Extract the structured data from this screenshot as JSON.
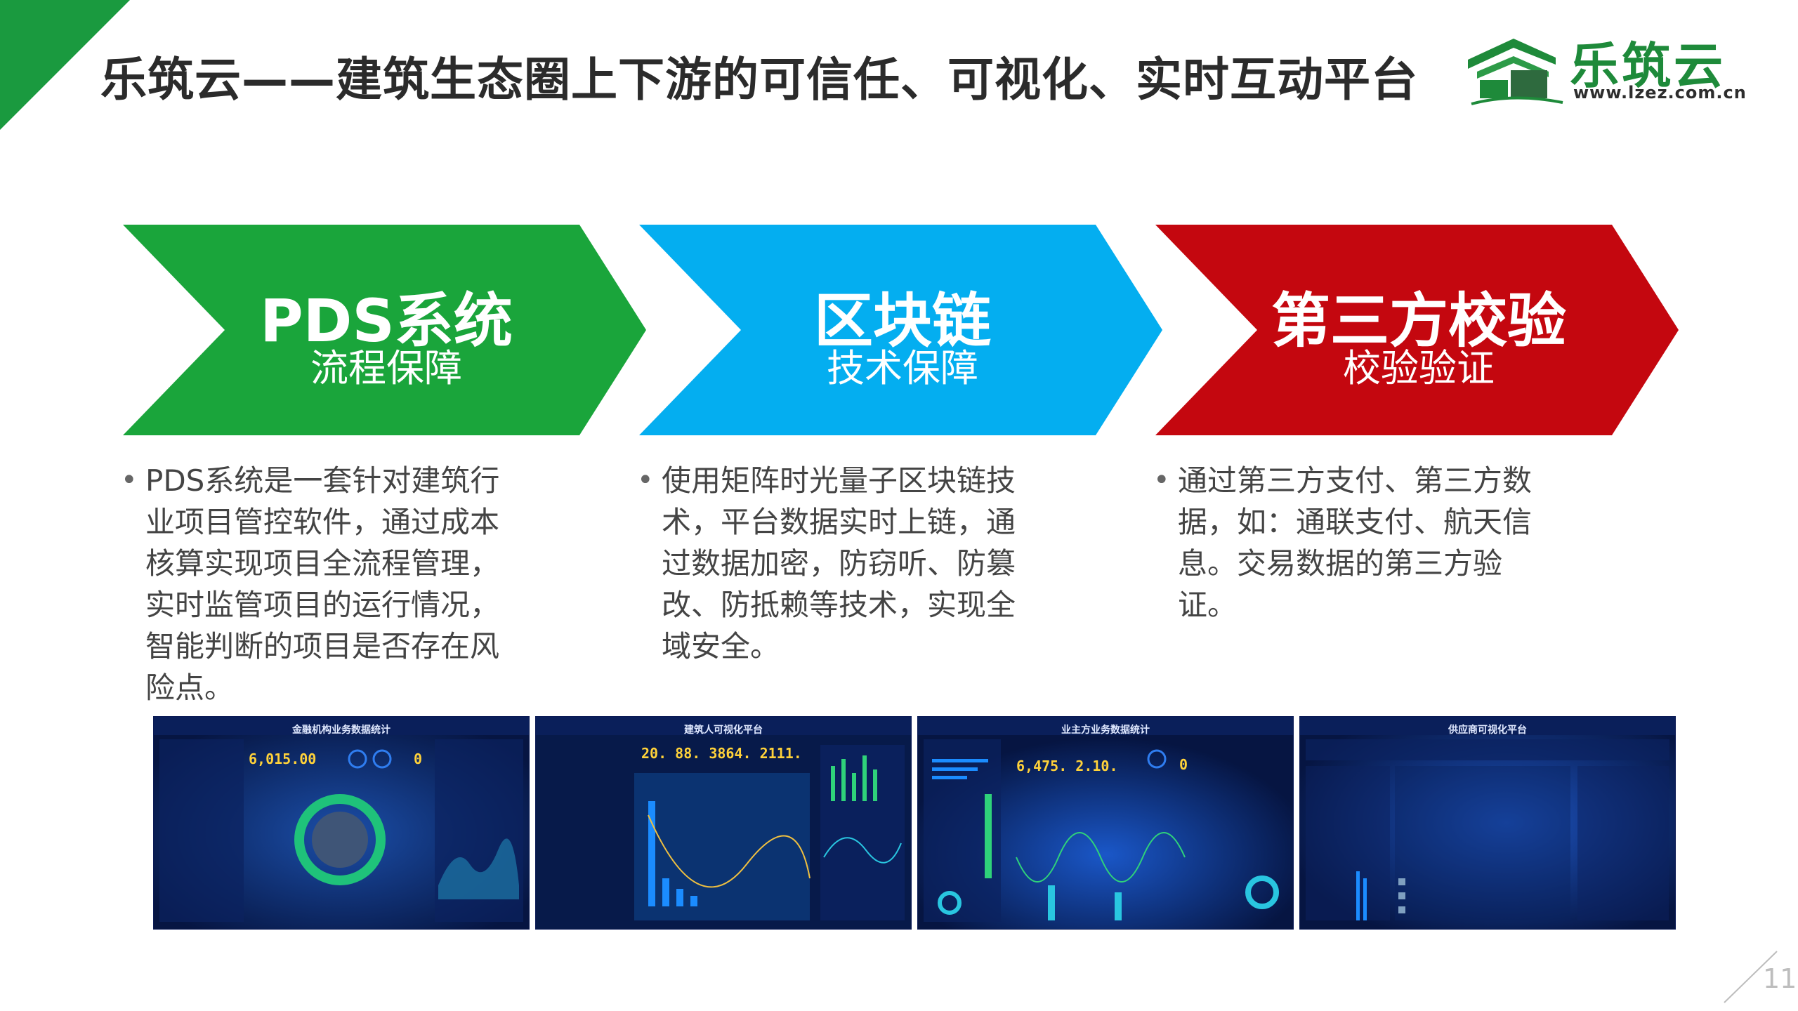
{
  "header": {
    "title": "乐筑云——建筑生态圈上下游的可信任、可视化、实时互动平台",
    "logo_name": "乐筑云",
    "logo_url": "www.lzez.com.cn"
  },
  "colors": {
    "green": "#1aa53b",
    "blue": "#04aef0",
    "red": "#c4070f",
    "corner": "#1a9a3f"
  },
  "pillars": [
    {
      "title": "PDS系统",
      "subtitle": "流程保障",
      "description": "PDS系统是一套针对建筑行业项目管控软件，通过成本核算实现项目全流程管理，实时监管项目的运行情况，智能判断的项目是否存在风险点。"
    },
    {
      "title": "区块链",
      "subtitle": "技术保障",
      "description": "使用矩阵时光量子区块链技术，平台数据实时上链，通过数据加密，防窃听、防篡改、防抵赖等技术，实现全域安全。"
    },
    {
      "title": "第三方校验",
      "subtitle": "校验验证",
      "description": "通过第三方支付、第三方数据，如：通联支付、航天信息。交易数据的第三方验证。"
    }
  ],
  "bullet": "•",
  "screenshots": [
    {
      "title": "金融机构业务数据统计",
      "number": "6,015.00",
      "number2": "0"
    },
    {
      "title": "建筑人可视化平台",
      "number": "20.  88.  3864.  2111."
    },
    {
      "title": "业主方业务数据统计",
      "number": "6,475.  2.10.",
      "number2": "0"
    },
    {
      "title": "供应商可视化平台",
      "number": ""
    }
  ],
  "page_number": "11"
}
